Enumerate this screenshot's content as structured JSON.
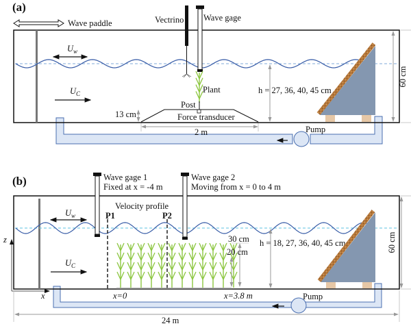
{
  "colors": {
    "water_wave": "#3a5ea8",
    "still_water": "#7fa8d8",
    "still_water_b": "#5bc0e0",
    "plant": "#8cc63f",
    "pipe_fill": "#dce6f5",
    "pipe_stroke": "#4a6fb0",
    "beach": "#8497b0",
    "beach_top": "#b5773a",
    "beach_support": "#e6c7a6",
    "dim": "#a0a0a0",
    "paddle": "#777777"
  },
  "panel_a": {
    "label": "(a)",
    "wave_paddle": "Wave paddle",
    "vectrino": "Vectrino",
    "wave_gage": "Wave gage",
    "u_w": "U",
    "u_w_sub": "w",
    "u_c": "U",
    "u_c_sub": "C",
    "plant": "Plant",
    "post": "Post",
    "force_transducer": "Force transducer",
    "height_13": "13 cm",
    "length_2m": "2 m",
    "water_depth": "h = 27, 36, 40, 45 cm",
    "tank_height": "60 cm",
    "pump": "Pump"
  },
  "panel_b": {
    "label": "(b)",
    "wave_gage_1": "Wave gage 1",
    "wave_gage_1_note": "Fixed at x = -4 m",
    "wave_gage_2": "Wave gage 2",
    "wave_gage_2_note": "Moving from x = 0 to 4 m",
    "velocity_profile": "Velocity profile",
    "p1": "P1",
    "p2": "P2",
    "u_w": "U",
    "u_w_sub": "w",
    "u_c": "U",
    "u_c_sub": "C",
    "axis_z": "z",
    "axis_x": "x",
    "height_30": "30 cm",
    "height_20": "20 cm",
    "water_depth": "h = 18, 27, 36, 40, 45 cm",
    "tank_height": "60 cm",
    "x_start": "x=0",
    "x_end": "x=3.8 m",
    "pump": "Pump",
    "tank_length": "24 m"
  }
}
